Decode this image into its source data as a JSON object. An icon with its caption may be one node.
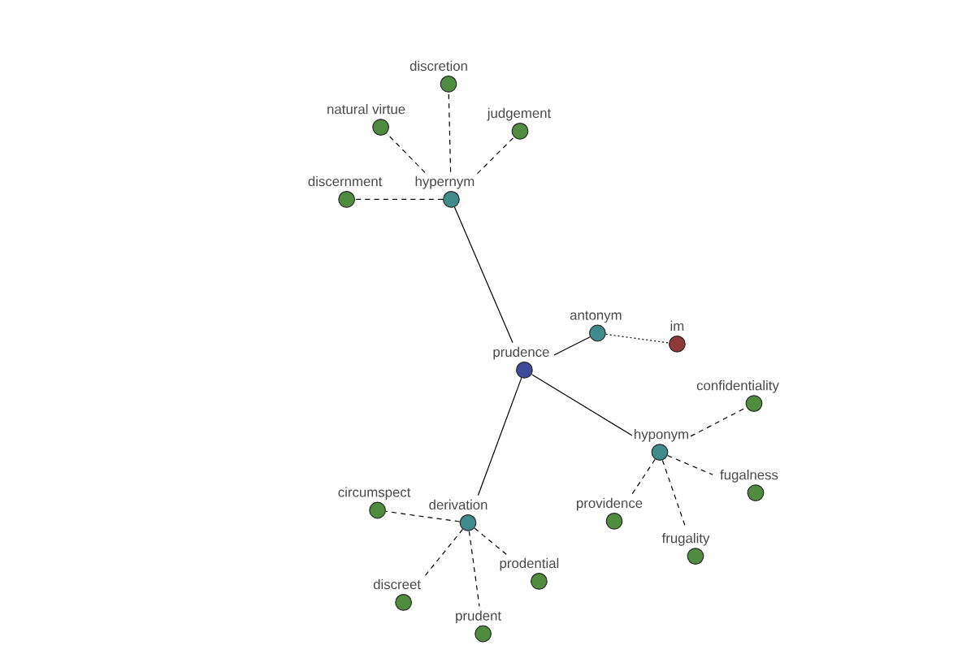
{
  "diagram": {
    "nodes": [
      {
        "text": [
          "discretion"
        ]
      },
      {
        "text": [
          "natural virtue"
        ]
      },
      {
        "text": [
          "judgement"
        ]
      },
      {
        "text": [
          "discernment"
        ]
      },
      {
        "text": [
          "hypernym"
        ]
      },
      {
        "text": [
          "antonym"
        ]
      },
      {
        "text": [
          "im"
        ]
      },
      {
        "text": [
          "prudence"
        ]
      },
      {
        "text": [
          "confidentiality"
        ]
      },
      {
        "text": [
          "hyponym"
        ]
      },
      {
        "text": [
          "fugalness"
        ]
      },
      {
        "text": [
          "circumspect"
        ]
      },
      {
        "text": [
          "derivation"
        ]
      },
      {
        "text": [
          "providence"
        ]
      },
      {
        "text": [
          "frugality"
        ]
      },
      {
        "text": [
          "prodential"
        ]
      },
      {
        "text": [
          "discreet"
        ]
      },
      {
        "text": [
          "prudent"
        ]
      }
    ],
    "edges": [
      {
        "from": 7,
        "to": 4,
        "arrow": "none"
      },
      {
        "from": 7,
        "to": 5,
        "arrow": "none"
      },
      {
        "from": 7,
        "to": 9,
        "arrow": "none"
      },
      {
        "from": 7,
        "to": 12,
        "arrow": "none"
      },
      {
        "from": 5,
        "to": 6,
        "arrow": "none",
        "style": "dashed"
      },
      {
        "from": 4,
        "to": 0,
        "arrow": "none",
        "style": "dashed"
      },
      {
        "from": 4,
        "to": 1,
        "arrow": "none",
        "style": "dashed"
      },
      {
        "from": 4,
        "to": 2,
        "arrow": "none",
        "style": "dashed"
      },
      {
        "from": 4,
        "to": 3,
        "arrow": "none",
        "style": "dashed"
      },
      {
        "from": 9,
        "to": 8,
        "arrow": "none",
        "style": "dashed"
      },
      {
        "from": 9,
        "to": 10,
        "arrow": "none",
        "style": "dashed"
      },
      {
        "from": 9,
        "to": 13,
        "arrow": "none",
        "style": "dashed"
      },
      {
        "from": 9,
        "to": 14,
        "arrow": "none",
        "style": "dashed"
      },
      {
        "from": 12,
        "to": 11,
        "arrow": "none",
        "style": "dashed"
      },
      {
        "from": 12,
        "to": 16,
        "arrow": "none",
        "style": "dashed"
      },
      {
        "from": 12,
        "to": 17,
        "arrow": "none",
        "style": "dashed"
      },
      {
        "from": 12,
        "to": 15,
        "arrow": "none",
        "style": "dashed"
      }
    ]
  }
}
